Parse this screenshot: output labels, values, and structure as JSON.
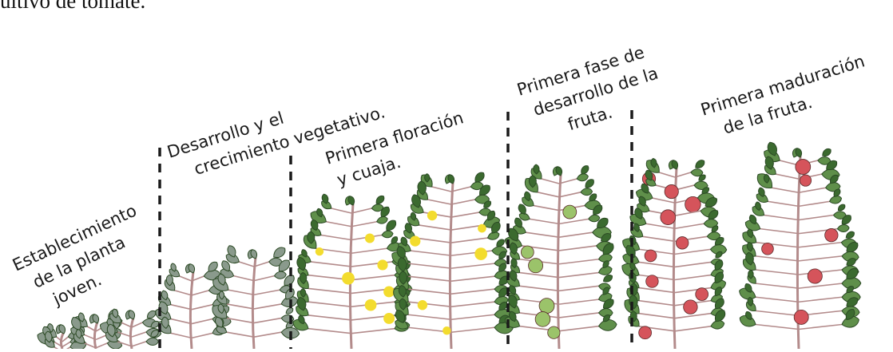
{
  "header_fragment": "ultivo de tomate.",
  "stages": [
    {
      "lines": [
        "Establecimiento",
        "de la planta",
        "joven."
      ]
    },
    {
      "lines": [
        "Desarrollo y el",
        "crecimiento vegetativo."
      ]
    },
    {
      "lines": [
        "Primera floración",
        "y cuaja."
      ]
    },
    {
      "lines": [
        "Primera fase de",
        "desarrollo de la",
        "fruta."
      ]
    },
    {
      "lines": [
        "Primera  maduración",
        "de la fruta."
      ]
    }
  ],
  "colors": {
    "leaf": "#5f8f4a",
    "leaf_dark": "#3b6a2f",
    "leaf_seedling": "#8a9a8c",
    "stem": "#b38b8b",
    "flower": "#f3dc2e",
    "fruit_green": "#9bc36a",
    "fruit_red": "#d5545b",
    "divider": "#1a1a1a"
  }
}
